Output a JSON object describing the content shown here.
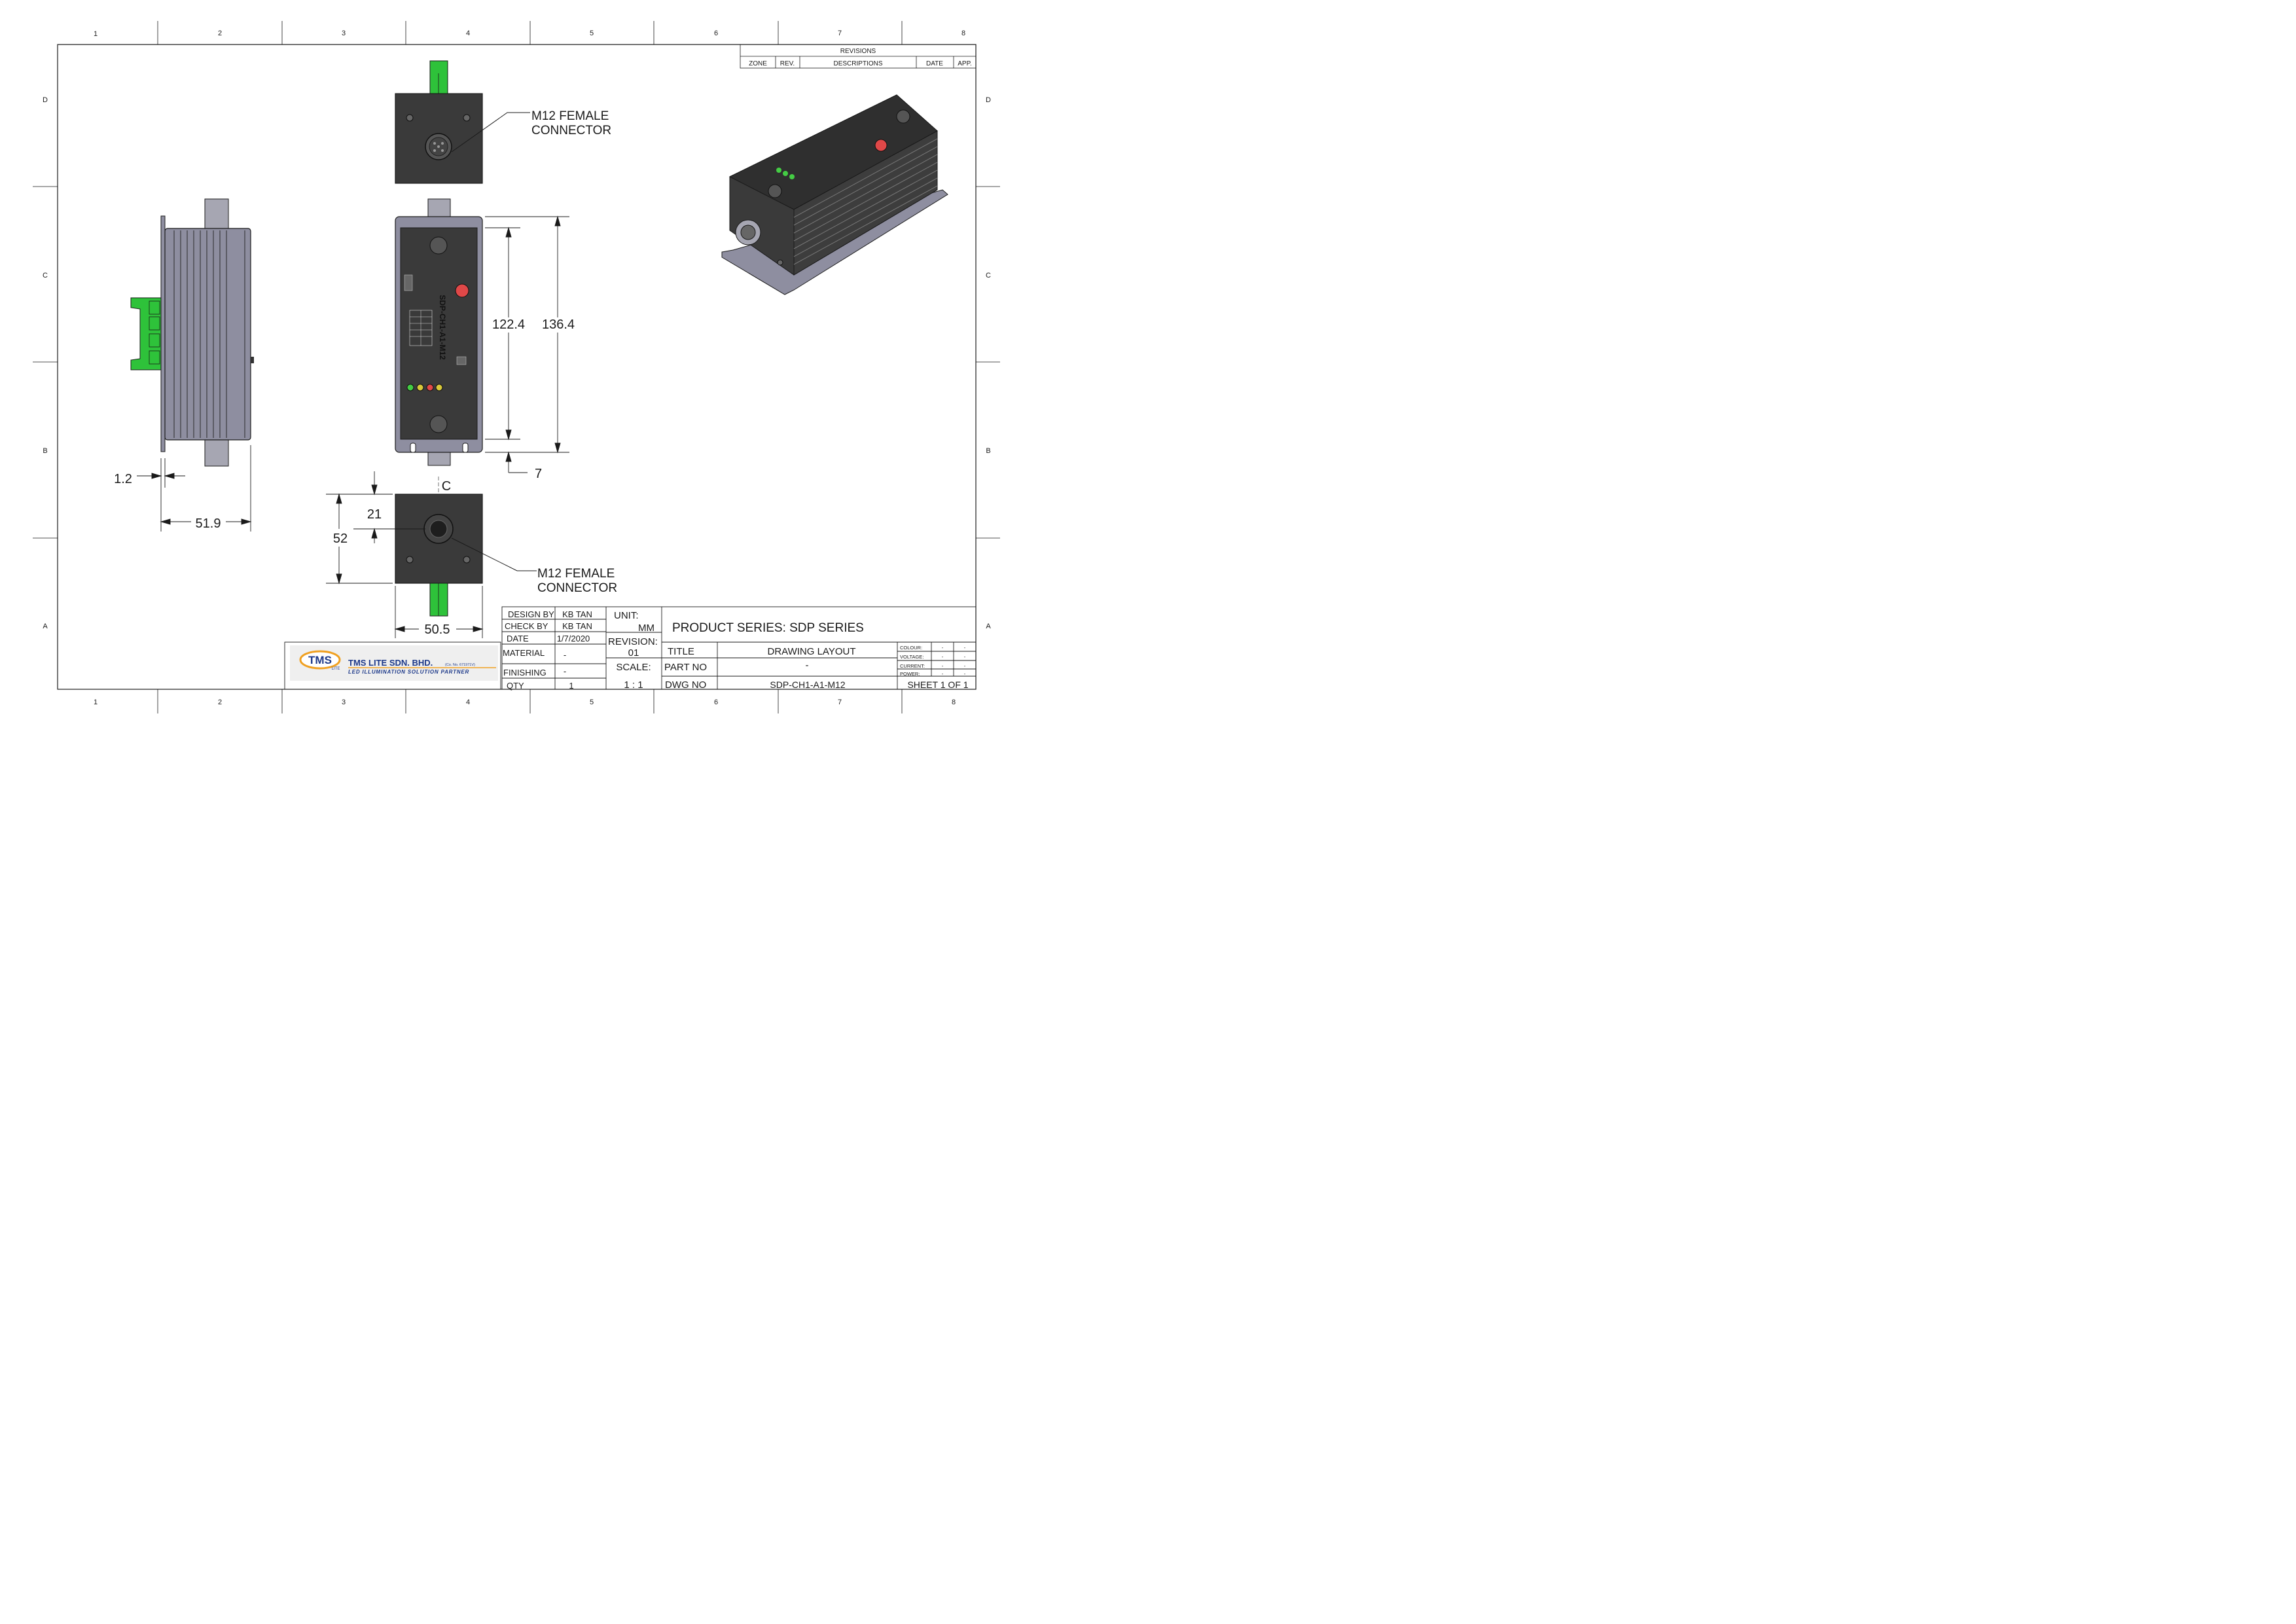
{
  "zones": {
    "columns": [
      "1",
      "2",
      "3",
      "4",
      "5",
      "6",
      "7",
      "8"
    ],
    "rows": [
      "D",
      "C",
      "B",
      "A"
    ]
  },
  "revisions": {
    "title": "REVISIONS",
    "headers": [
      "ZONE",
      "REV.",
      "DESCRIPTIONS",
      "DATE",
      "APP."
    ]
  },
  "callouts": {
    "top": [
      "M12 FEMALE",
      "CONNECTOR"
    ],
    "bottom": [
      "M12 FEMALE",
      "CONNECTOR"
    ]
  },
  "dimensions": {
    "inner_length": "122.4",
    "overall_length": "136.4",
    "flange_offset": "7",
    "plate_thickness": "1.2",
    "side_depth": "51.9",
    "connector_offset": "21",
    "end_height": "52",
    "end_width": "50.5",
    "centerline": "C"
  },
  "front_label": "SDP-CH1-A1-M12",
  "title_block": {
    "design_by_label": "DESIGN BY",
    "design_by": "KB TAN",
    "check_by_label": "CHECK BY",
    "check_by": "KB TAN",
    "date_label": "DATE",
    "date": "1/7/2020",
    "material_label": "MATERIAL",
    "material": "-",
    "finishing_label": "FINISHING",
    "finishing": "-",
    "qty_label": "QTY",
    "qty": "1",
    "unit_label": "UNIT:",
    "unit": "MM",
    "revision_label": "REVISION:",
    "revision": "01",
    "scale_label": "SCALE:",
    "scale": "1 : 1",
    "product_series": "PRODUCT SERIES:  SDP SERIES",
    "title_label": "TITLE",
    "title": "DRAWING LAYOUT",
    "part_no_label": "PART NO",
    "part_no": "-",
    "dwg_no_label": "DWG NO",
    "dwg_no": "SDP-CH1-A1-M12",
    "specs": [
      {
        "label": "COLOUR:",
        "a": "-",
        "b": "-"
      },
      {
        "label": "VOLTAGE:",
        "a": "-",
        "b": "-"
      },
      {
        "label": "CURRENT:",
        "a": "-",
        "b": "-"
      },
      {
        "label": "POWER:",
        "a": "-",
        "b": "-"
      }
    ],
    "sheet": "SHEET 1 OF 1"
  },
  "company": {
    "logo_text": "TMS",
    "logo_sub": "LITE",
    "name": "TMS LITE SDN. BHD.",
    "reg": "(Co. No. 671971V)",
    "tagline": "LED ILLUMINATION SOLUTION PARTNER"
  },
  "colors": {
    "body_dark": "#3a3a3a",
    "body_gray": "#8e8ea0",
    "connector": "#a6a6b2",
    "green": "#2ec23a",
    "led_red": "#e04848",
    "led_green": "#44cc44",
    "led_yellow": "#d8c83a",
    "logo_orange": "#f0a020",
    "logo_blue": "#1e3a8a"
  }
}
